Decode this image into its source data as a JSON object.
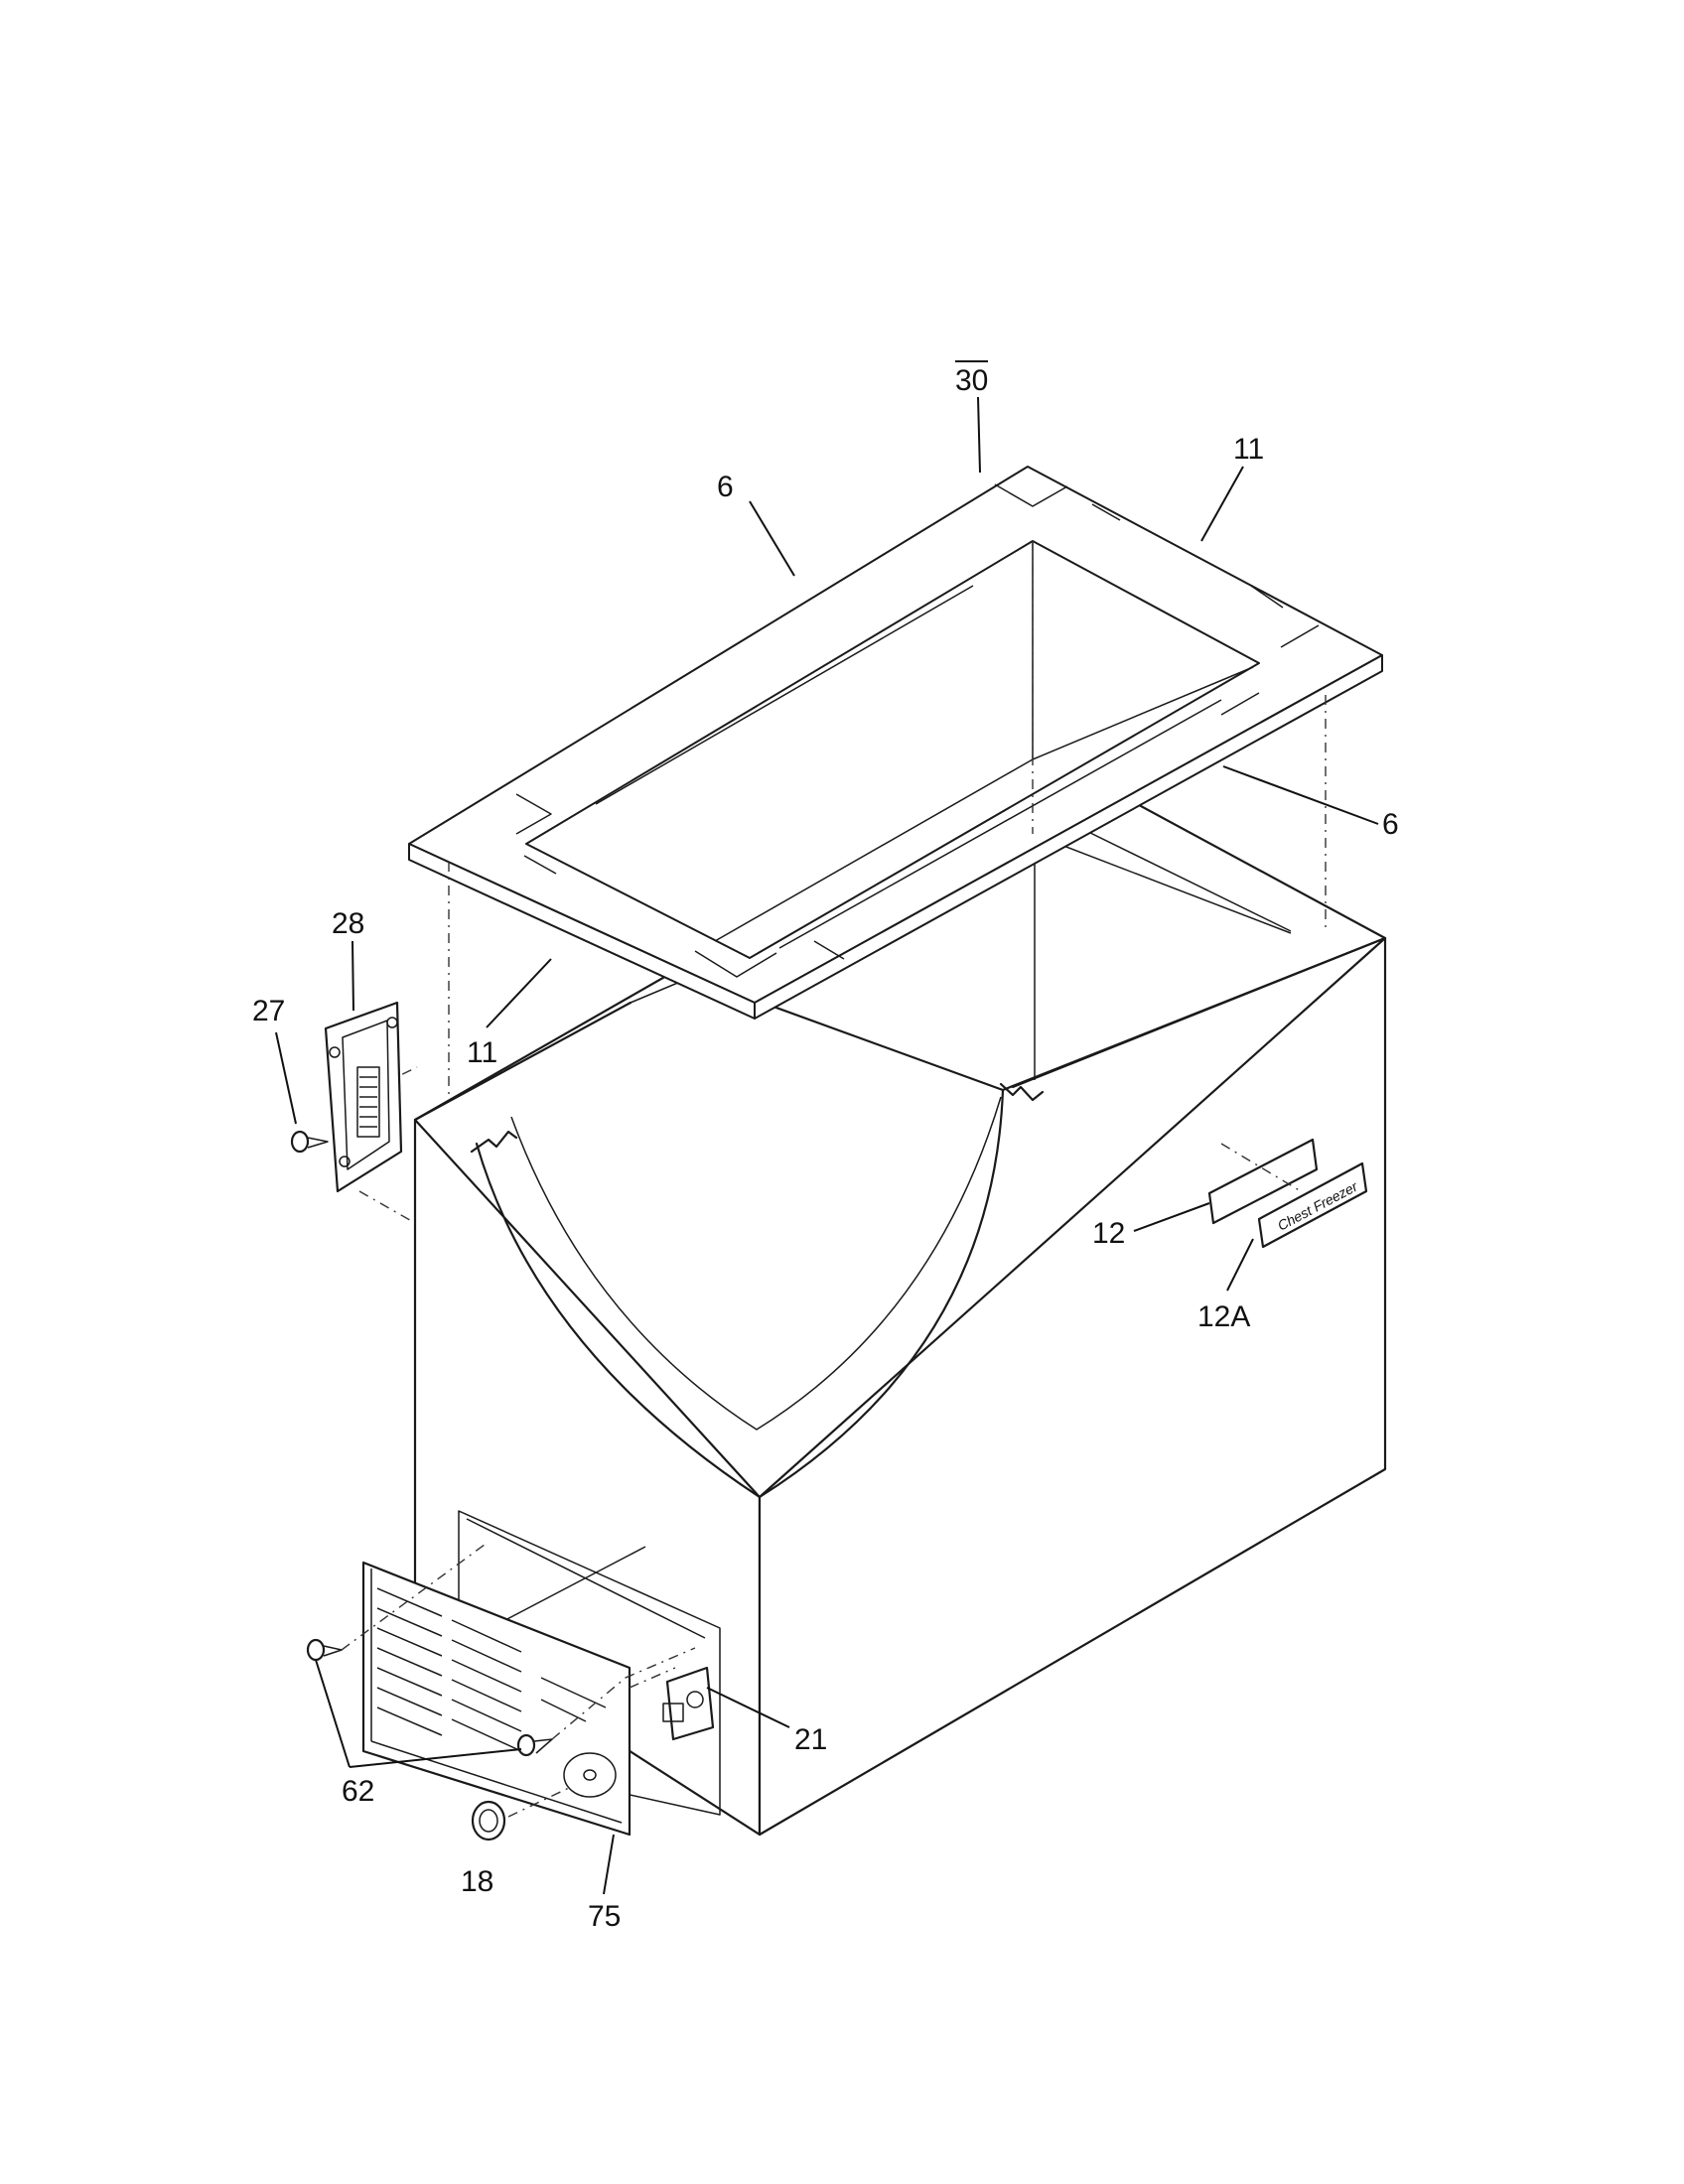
{
  "labels": {
    "p30": "30",
    "p6_top": "6",
    "p11_top": "11",
    "p6_right": "6",
    "p11_bottom": "11",
    "p28": "28",
    "p27": "27",
    "p12": "12",
    "p12A": "12A",
    "p21": "21",
    "p62": "62",
    "p18": "18",
    "p75": "75"
  },
  "badge": {
    "text": "Chest Freezer"
  }
}
